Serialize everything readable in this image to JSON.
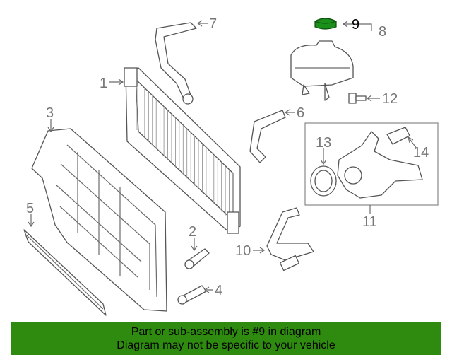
{
  "callouts": [
    {
      "id": "1",
      "label": "1"
    },
    {
      "id": "2",
      "label": "2"
    },
    {
      "id": "3",
      "label": "3"
    },
    {
      "id": "4",
      "label": "4"
    },
    {
      "id": "5",
      "label": "5"
    },
    {
      "id": "6",
      "label": "6"
    },
    {
      "id": "7",
      "label": "7"
    },
    {
      "id": "8",
      "label": "8"
    },
    {
      "id": "9",
      "label": "9"
    },
    {
      "id": "10",
      "label": "10"
    },
    {
      "id": "11",
      "label": "11"
    },
    {
      "id": "12",
      "label": "12"
    },
    {
      "id": "13",
      "label": "13"
    },
    {
      "id": "14",
      "label": "14"
    }
  ],
  "highlighted_part": "9",
  "colors": {
    "highlight_part": "#1a8f1a",
    "banner_background": "#2e8b0f",
    "callout": "#777777"
  },
  "banner": {
    "line1": "Part or sub-assembly is #9 in diagram",
    "line2": "Diagram may not be specific to your vehicle"
  }
}
